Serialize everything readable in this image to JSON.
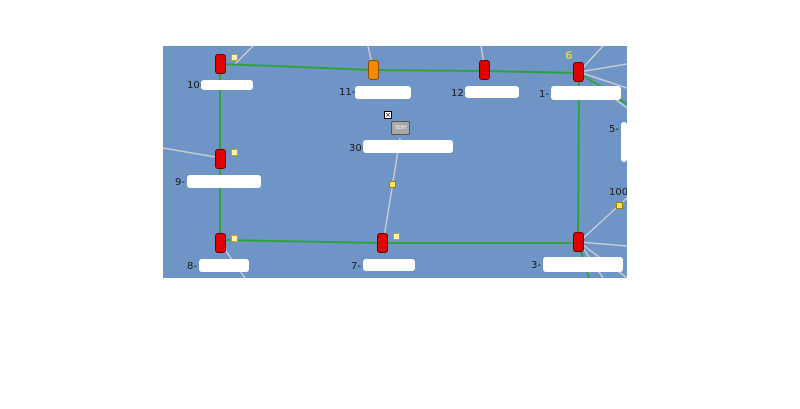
{
  "nodes": [
    {
      "key": "n10",
      "label": "10-",
      "status": "critical"
    },
    {
      "key": "n11",
      "label": "11-",
      "status": "major"
    },
    {
      "key": "n12",
      "label": "12-",
      "status": "critical"
    },
    {
      "key": "n1",
      "label": "1-",
      "status": "critical"
    },
    {
      "key": "n9",
      "label": "9-",
      "status": "critical"
    },
    {
      "key": "n8",
      "label": "8-",
      "status": "critical"
    },
    {
      "key": "n7",
      "label": "7-",
      "status": "critical"
    },
    {
      "key": "n3",
      "label": "3-",
      "status": "critical"
    }
  ],
  "sdh_node": {
    "label": "30-",
    "icon_text": "SDH"
  },
  "edge_labels": {
    "right_top": "5-",
    "right_mid": "100-"
  },
  "overlay_number": "6",
  "colors": {
    "background": "#6e95c6",
    "link_active": "#2fa33a",
    "link_inactive": "#c7cbd3",
    "critical": "#e00000",
    "major": "#f08a00"
  }
}
